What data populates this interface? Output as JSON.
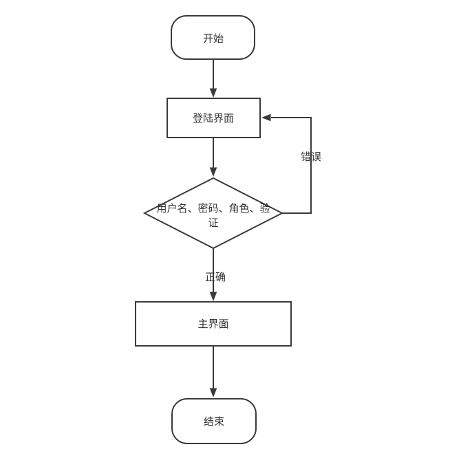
{
  "diagram": {
    "type": "flowchart",
    "colors": {
      "stroke": "#3A3A3A",
      "text": "#333333",
      "background": "#FFFFFF"
    },
    "nodes": {
      "start": {
        "shape": "terminator",
        "label": "开始"
      },
      "login": {
        "shape": "process",
        "label": "登陆界面"
      },
      "decision": {
        "shape": "decision",
        "label": "用户名、密码、角色、验证",
        "lines": [
          "用户名、密码、角色、验",
          "证"
        ]
      },
      "main": {
        "shape": "process",
        "label": "主界面"
      },
      "end": {
        "shape": "terminator",
        "label": "结束"
      }
    },
    "edges": {
      "start_to_login": {
        "from": "start",
        "to": "login",
        "label": ""
      },
      "login_to_decision": {
        "from": "login",
        "to": "decision",
        "label": ""
      },
      "decision_to_login": {
        "from": "decision",
        "to": "login",
        "label": "错误"
      },
      "decision_to_main": {
        "from": "decision",
        "to": "main",
        "label": "正确"
      },
      "main_to_end": {
        "from": "main",
        "to": "end",
        "label": ""
      }
    }
  }
}
